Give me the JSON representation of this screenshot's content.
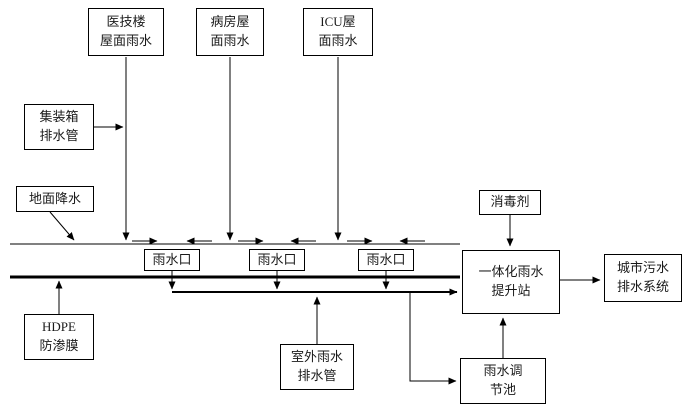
{
  "diagram": {
    "title": "rainwater-drainage-flow-diagram",
    "colors": {
      "line": "#000000",
      "background": "#ffffff",
      "text": "#1a1a1a"
    },
    "boxes": {
      "medical_building": {
        "line1": "医技楼",
        "line2": "屋面雨水"
      },
      "ward_building": {
        "line1": "病房屋",
        "line2": "面雨水"
      },
      "icu_building": {
        "line1": "ICU屋",
        "line2": "面雨水"
      },
      "container_pipe": {
        "line1": "集装箱",
        "line2": "排水管"
      },
      "ground_precip": {
        "label": "地面降水"
      },
      "hdpe_membrane": {
        "line1": "HDPE",
        "line2": "防渗膜"
      },
      "rain_inlet_1": {
        "label": "雨水口"
      },
      "rain_inlet_2": {
        "label": "雨水口"
      },
      "rain_inlet_3": {
        "label": "雨水口"
      },
      "outdoor_pipe": {
        "line1": "室外雨水",
        "line2": "排水管"
      },
      "disinfectant": {
        "label": "消毒剂"
      },
      "lift_station": {
        "line1": "一体化雨水",
        "line2": "提升站"
      },
      "city_system": {
        "line1": "城市污水",
        "line2": "排水系统"
      },
      "regulating_pool": {
        "line1": "雨水调",
        "line2": "节池"
      }
    }
  }
}
